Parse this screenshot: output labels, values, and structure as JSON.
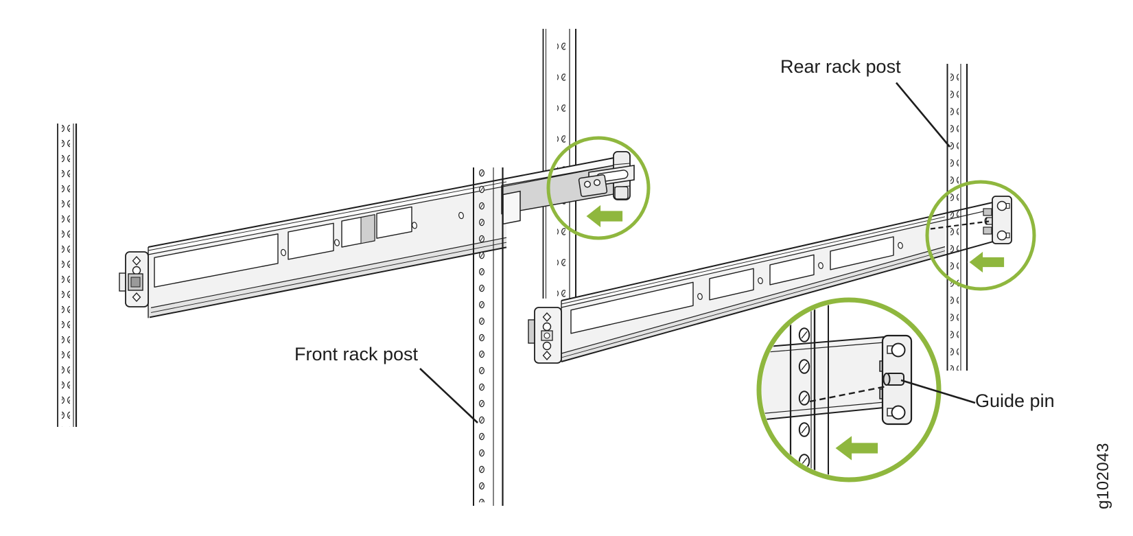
{
  "figure": {
    "figure_id": "g102043",
    "labels": {
      "rear_rack_post": "Rear rack post",
      "front_rack_post": "Front rack post",
      "guide_pin": "Guide pin"
    },
    "colors": {
      "highlight_green": "#8FB73E",
      "ink": "#1d1d1d",
      "rail_gray": "#d4d4d4",
      "background": "#ffffff"
    },
    "icons": {
      "slide_direction_1": "arrow-left-icon",
      "slide_direction_2": "arrow-left-icon",
      "slide_direction_3": "arrow-left-icon"
    }
  }
}
